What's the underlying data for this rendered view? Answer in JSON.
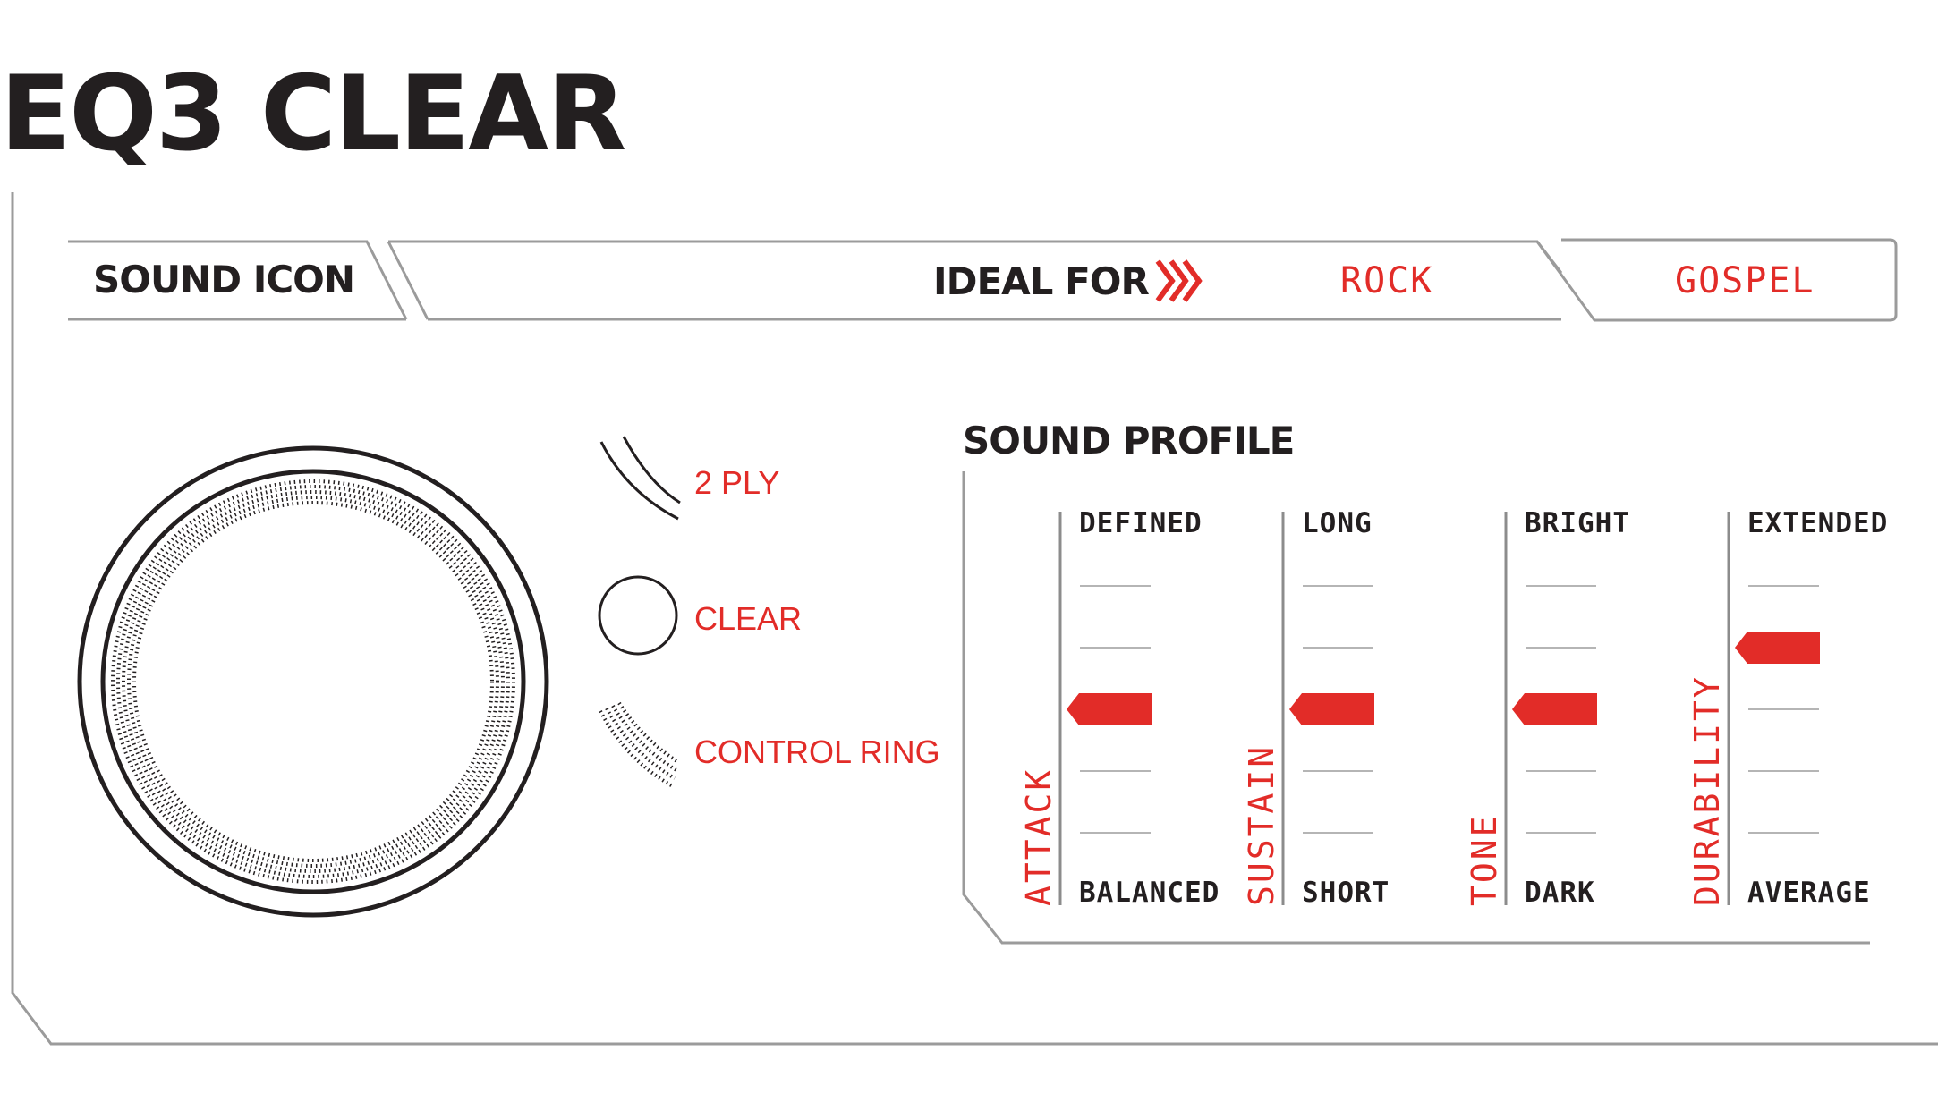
{
  "product": {
    "title": "EQ3 CLEAR"
  },
  "header": {
    "sound_icon_label": "SOUND ICON",
    "ideal_for_label": "IDEAL FOR",
    "genres": [
      "ROCK",
      "GOSPEL"
    ],
    "arrow_icon": "triple-chevron-right-icon"
  },
  "legend": {
    "items": [
      {
        "icon": "two-ply-arcs-icon",
        "label": "2 PLY"
      },
      {
        "icon": "clear-circle-icon",
        "label": "CLEAR"
      },
      {
        "icon": "control-ring-dotted-arc-icon",
        "label": "CONTROL RING"
      }
    ]
  },
  "sound_profile": {
    "title": "SOUND PROFILE",
    "levels": 6,
    "metrics": [
      {
        "name": "ATTACK",
        "top": "DEFINED",
        "bottom": "BALANCED",
        "level": 3
      },
      {
        "name": "SUSTAIN",
        "top": "LONG",
        "bottom": "SHORT",
        "level": 3
      },
      {
        "name": "TONE",
        "top": "BRIGHT",
        "bottom": "DARK",
        "level": 3
      },
      {
        "name": "DURABILITY",
        "top": "EXTENDED",
        "bottom": "AVERAGE",
        "level": 4
      }
    ]
  },
  "colors": {
    "accent": "#e22c28",
    "text": "#231f20",
    "line": "#999999"
  }
}
